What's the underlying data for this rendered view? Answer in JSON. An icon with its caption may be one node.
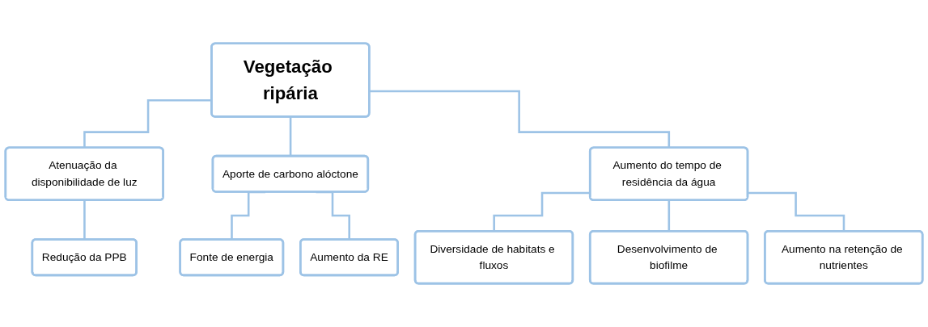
{
  "diagram": {
    "nodes": [
      {
        "text": [
          "Vegetação ripária"
        ]
      },
      {
        "text": [
          "Atenuação da disponibilidade de luz"
        ]
      },
      {
        "text": [
          "Aporte de carbono alóctone"
        ]
      },
      {
        "text": [
          "Aumento do tempo de residência da água"
        ]
      },
      {
        "text": [
          "Redução da PPB"
        ]
      },
      {
        "text": [
          "Fonte de energia"
        ]
      },
      {
        "text": [
          "Aumento da RE"
        ]
      },
      {
        "text": [
          "Diversidade de habitats e fluxos"
        ]
      },
      {
        "text": [
          "Desenvolvimento de biofilme"
        ]
      },
      {
        "text": [
          "Aumento na retenção de nutrientes"
        ]
      }
    ],
    "edges": [
      {
        "from": 0,
        "to": 1,
        "arrow": "none"
      },
      {
        "from": 0,
        "to": 2,
        "arrow": "none"
      },
      {
        "from": 0,
        "to": 3,
        "arrow": "none"
      },
      {
        "from": 1,
        "to": 4,
        "arrow": "none"
      },
      {
        "from": 2,
        "to": 5,
        "arrow": "none"
      },
      {
        "from": 2,
        "to": 6,
        "arrow": "none"
      },
      {
        "from": 3,
        "to": 7,
        "arrow": "none"
      },
      {
        "from": 3,
        "to": 8,
        "arrow": "none"
      },
      {
        "from": 3,
        "to": 9,
        "arrow": "none"
      }
    ]
  }
}
